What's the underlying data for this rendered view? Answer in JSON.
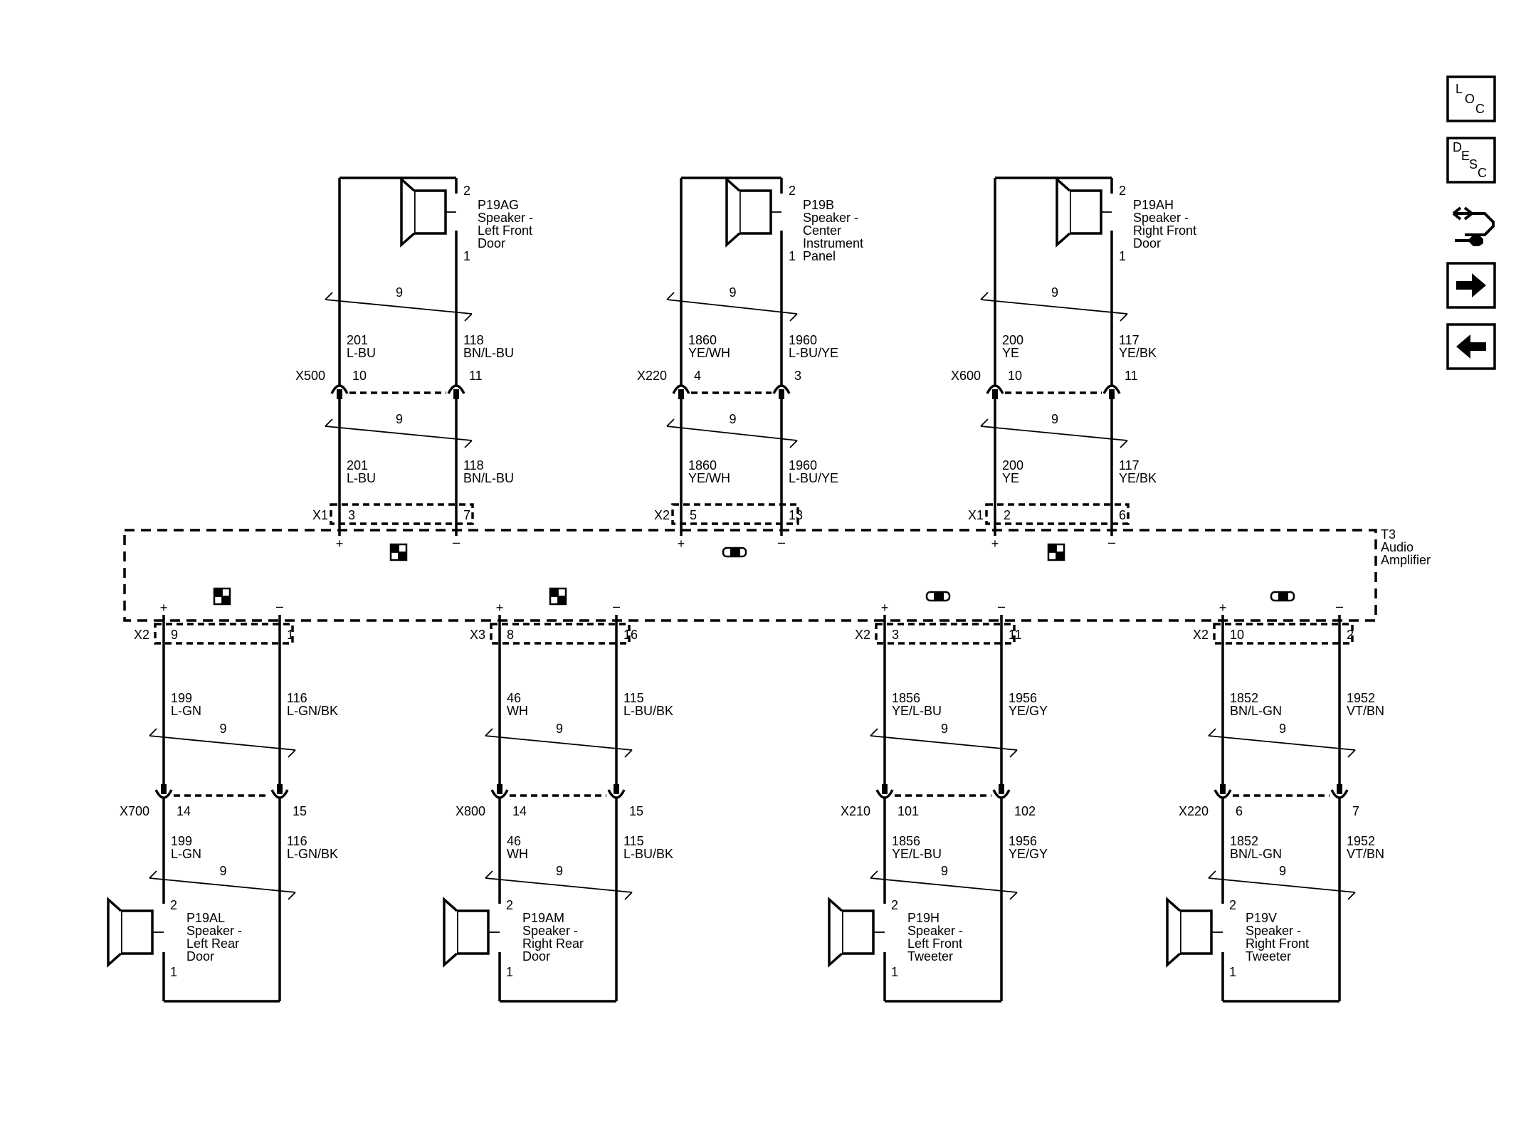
{
  "nav": {
    "loc": [
      "L",
      "O",
      "C"
    ],
    "desc": [
      "D",
      "E",
      "S",
      "C"
    ]
  },
  "amplifier": {
    "id": "T3",
    "name_line1": "Audio",
    "name_line2": "Amplifier"
  },
  "twist": "9",
  "polarity": {
    "plus": "+",
    "minus": "–"
  },
  "top_speakers": [
    {
      "id": "P19AG",
      "desc": [
        "Speaker -",
        "Left Front",
        "Door"
      ],
      "pin_pos": "2",
      "pin_neg": "1",
      "wire_pos": {
        "circuit": "201",
        "color": "L-BU"
      },
      "wire_neg": {
        "circuit": "118",
        "color": "BN/L-BU"
      },
      "inline": {
        "name": "X500",
        "pin_pos": "10",
        "pin_neg": "11"
      },
      "amp": {
        "name": "X1",
        "pin_pos": "3",
        "pin_neg": "7"
      }
    },
    {
      "id": "P19B",
      "desc": [
        "Speaker -",
        "Center",
        "Instrument",
        "Panel"
      ],
      "pin_pos": "2",
      "pin_neg": "1",
      "wire_pos": {
        "circuit": "1860",
        "color": "YE/WH"
      },
      "wire_neg": {
        "circuit": "1960",
        "color": "L-BU/YE"
      },
      "inline": {
        "name": "X220",
        "pin_pos": "4",
        "pin_neg": "3"
      },
      "amp": {
        "name": "X2",
        "pin_pos": "5",
        "pin_neg": "13"
      }
    },
    {
      "id": "P19AH",
      "desc": [
        "Speaker -",
        "Right Front",
        "Door"
      ],
      "pin_pos": "2",
      "pin_neg": "1",
      "wire_pos": {
        "circuit": "200",
        "color": "YE"
      },
      "wire_neg": {
        "circuit": "117",
        "color": "YE/BK"
      },
      "inline": {
        "name": "X600",
        "pin_pos": "10",
        "pin_neg": "11"
      },
      "amp": {
        "name": "X1",
        "pin_pos": "2",
        "pin_neg": "6"
      }
    }
  ],
  "bottom_speakers": [
    {
      "id": "P19AL",
      "desc": [
        "Speaker -",
        "Left Rear",
        "Door"
      ],
      "pin_pos": "2",
      "pin_neg": "1",
      "wire_pos": {
        "circuit": "199",
        "color": "L-GN"
      },
      "wire_neg": {
        "circuit": "116",
        "color": "L-GN/BK"
      },
      "inline": {
        "name": "X700",
        "pin_pos": "14",
        "pin_neg": "15"
      },
      "amp": {
        "name": "X2",
        "pin_pos": "9",
        "pin_neg": "1"
      }
    },
    {
      "id": "P19AM",
      "desc": [
        "Speaker -",
        "Right Rear",
        "Door"
      ],
      "pin_pos": "2",
      "pin_neg": "1",
      "wire_pos": {
        "circuit": "46",
        "color": "WH"
      },
      "wire_neg": {
        "circuit": "115",
        "color": "L-BU/BK"
      },
      "inline": {
        "name": "X800",
        "pin_pos": "14",
        "pin_neg": "15"
      },
      "amp": {
        "name": "X3",
        "pin_pos": "8",
        "pin_neg": "16"
      }
    },
    {
      "id": "P19H",
      "desc": [
        "Speaker -",
        "Left Front",
        "Tweeter"
      ],
      "pin_pos": "2",
      "pin_neg": "1",
      "wire_pos": {
        "circuit": "1856",
        "color": "YE/L-BU"
      },
      "wire_neg": {
        "circuit": "1956",
        "color": "YE/GY"
      },
      "inline": {
        "name": "X210",
        "pin_pos": "101",
        "pin_neg": "102"
      },
      "amp": {
        "name": "X2",
        "pin_pos": "3",
        "pin_neg": "11"
      }
    },
    {
      "id": "P19V",
      "desc": [
        "Speaker -",
        "Right Front",
        "Tweeter"
      ],
      "pin_pos": "2",
      "pin_neg": "1",
      "wire_pos": {
        "circuit": "1852",
        "color": "BN/L-GN"
      },
      "wire_neg": {
        "circuit": "1952",
        "color": "VT/BN"
      },
      "inline": {
        "name": "X220",
        "pin_pos": "6",
        "pin_neg": "7"
      },
      "amp": {
        "name": "X2",
        "pin_pos": "10",
        "pin_neg": "2"
      }
    }
  ]
}
